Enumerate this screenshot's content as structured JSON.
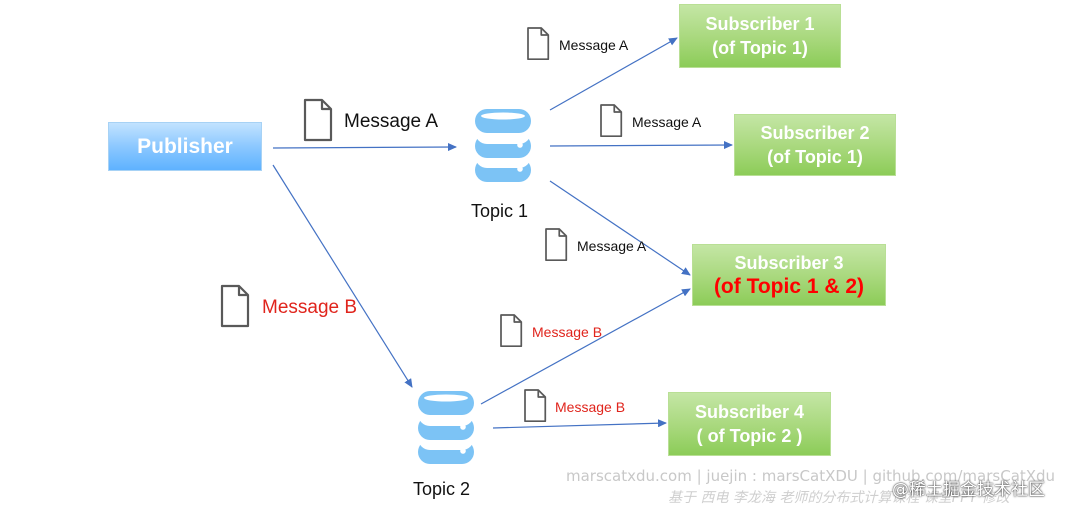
{
  "publisher": {
    "label": "Publisher"
  },
  "topics": [
    {
      "label": "Topic 1"
    },
    {
      "label": "Topic 2"
    }
  ],
  "subscribers": [
    {
      "line1": "Subscriber 1",
      "line2": "(of Topic 1)"
    },
    {
      "line1": "Subscriber 2",
      "line2": "(of Topic 1)"
    },
    {
      "line1": "Subscriber 3",
      "line2": "(of Topic 1 & 2)"
    },
    {
      "line1": "Subscriber 4",
      "line2": "( of Topic 2 )"
    }
  ],
  "messages": {
    "a": "Message A",
    "b": "Message B"
  },
  "watermark": {
    "line1": "marscatxdu.com | juejin : marsCatXDU | github.com/marsCatXdu",
    "line2": "基于 西电 李龙海 老师的分布式计算课程 课堂PPT 修改",
    "badge": "@稀土掘金技术社区"
  },
  "colors": {
    "arrow": "#4472c4",
    "message_b": "#e0241c",
    "publisher": "#7ec0ff",
    "subscriber": "#9ed36a",
    "database": "#7cc3f5",
    "doc_icon": "#595959"
  }
}
